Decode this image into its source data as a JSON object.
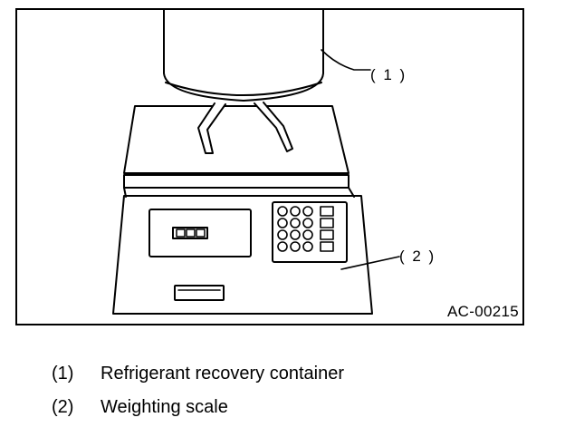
{
  "figure": {
    "code": "AC-00215",
    "callouts": [
      "( 1 )",
      "( 2 )"
    ]
  },
  "legend": [
    {
      "num": "(1)",
      "text": "Refrigerant recovery container"
    },
    {
      "num": "(2)",
      "text": "Weighting scale"
    }
  ]
}
